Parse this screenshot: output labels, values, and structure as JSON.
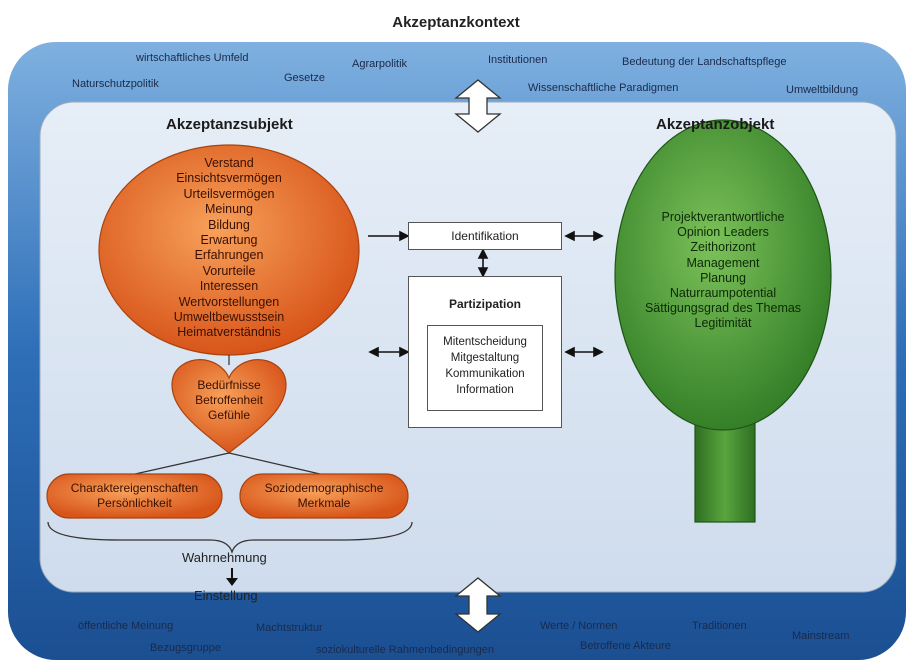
{
  "title": "Akzeptanzkontext",
  "context_top": [
    "wirtschaftliches Umfeld",
    "Naturschutzpolitik",
    "Gesetze",
    "Agrarpolitik",
    "Institutionen",
    "Wissenschaftliche Paradigmen",
    "Bedeutung der Landschaftspflege",
    "Umweltbildung"
  ],
  "context_bottom": [
    "öffentliche Meinung",
    "Bezugsgruppe",
    "Machtstruktur",
    "soziokulturelle Rahmenbedingungen",
    "Werte / Normen",
    "Betroffene Akteure",
    "Traditionen",
    "Mainstream"
  ],
  "subject": {
    "heading": "Akzeptanzsubjekt",
    "items": [
      "Verstand",
      "Einsichtsvermögen",
      "Urteilsvermögen",
      "Meinung",
      "Bildung",
      "Erwartung",
      "Erfahrungen",
      "Vorurteile",
      "Interessen",
      "Wertvorstellungen",
      "Umweltbewusstsein",
      "Heimatverständnis"
    ],
    "heart": [
      "Bedürfnisse",
      "Betroffenheit",
      "Gefühle"
    ],
    "pill_left": [
      "Charaktereigenschaften",
      "Persönlichkeit"
    ],
    "pill_right": [
      "Soziodemographische",
      "Merkmale"
    ],
    "perception": "Wahrnehmung",
    "attitude": "Einstellung"
  },
  "object": {
    "heading": "Akzeptanzobjekt",
    "items": [
      "Projektverantwortliche",
      "Opinion Leaders",
      "Zeithorizont",
      "Management",
      "Planung",
      "Naturraumpotential",
      "Sättigungsgrad des Themas",
      "Legitimität"
    ]
  },
  "center": {
    "identification": "Identifikation",
    "participation_title": "Partizipation",
    "participation_items": [
      "Mitentscheidung",
      "Mitgestaltung",
      "Kommunikation",
      "Information"
    ]
  },
  "colors": {
    "frame_dark": "#1f5fa8",
    "frame_inner": "#d9e6f3",
    "subject_orange": "#e8661f",
    "object_green": "#3f8f2f"
  }
}
